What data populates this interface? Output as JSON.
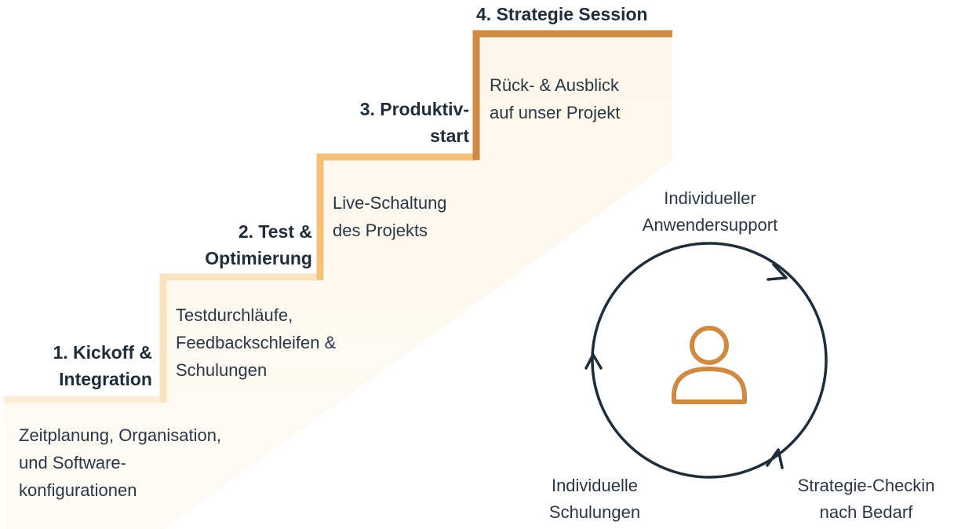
{
  "colors": {
    "text": "#1f2d3a",
    "stair_fill": "#fdf7ee",
    "step1": "#fbeed8",
    "step2": "#f9e3bf",
    "step3": "#f4c179",
    "step4": "#cf8a43",
    "circle": "#1f2d3a",
    "person_icon": "#cf8a43"
  },
  "steps": [
    {
      "title_lines": [
        "1. Kickoff &",
        "Integration"
      ],
      "description_lines": [
        "Zeitplanung, Organisation,",
        "und Software-",
        "konfigurationen"
      ]
    },
    {
      "title_lines": [
        "2. Test &",
        "Optimierung"
      ],
      "description_lines": [
        "Testdurchläufe,",
        "Feedbackschleifen &",
        "Schulungen"
      ]
    },
    {
      "title_lines": [
        "3. Produktiv-",
        "start"
      ],
      "description_lines": [
        "Live-Schaltung",
        "des Projekts"
      ]
    },
    {
      "title_lines": [
        "4. Strategie Session"
      ],
      "description_lines": [
        "Rück- & Ausblick",
        "auf unser Projekt"
      ]
    }
  ],
  "support_cycle": {
    "center_icon": "person-icon",
    "labels": [
      {
        "lines": [
          "Individueller",
          "Anwendersupport"
        ]
      },
      {
        "lines": [
          "Strategie-Checkin",
          "nach Bedarf"
        ]
      },
      {
        "lines": [
          "Individuelle",
          "Schulungen"
        ]
      }
    ]
  }
}
